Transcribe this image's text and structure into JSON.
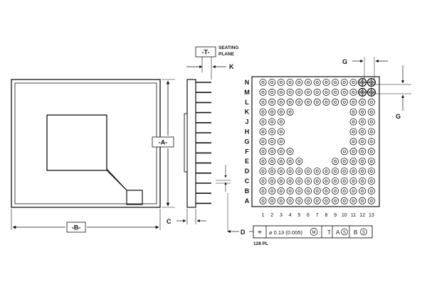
{
  "labels": {
    "seating_plane": [
      "SEATING",
      "PLANE"
    ],
    "datum_t": "-T-",
    "k": "K",
    "datum_a": "-A-",
    "datum_b": "-B-",
    "c": "C",
    "d": "D",
    "g_top": "G",
    "g_right": "G",
    "pin_count": "128 PL"
  },
  "grid": {
    "row_letters": [
      "N",
      "M",
      "L",
      "K",
      "J",
      "H",
      "G",
      "F",
      "E",
      "D",
      "C",
      "B",
      "A"
    ],
    "col_numbers": [
      "1",
      "2",
      "3",
      "4",
      "5",
      "6",
      "7",
      "8",
      "9",
      "10",
      "11",
      "12",
      "13"
    ],
    "present": [
      "1111111111111",
      "1111111111111",
      "1111111111111",
      "1111000000111",
      "1110000000111",
      "1110000000111",
      "1110000000111",
      "1111000001111",
      "1111100011111",
      "1111111111111",
      "1111111111111",
      "1111111111111",
      "1111111111111"
    ],
    "highlight": [
      [
        0,
        11
      ],
      [
        0,
        12
      ],
      [
        1,
        11
      ],
      [
        1,
        12
      ]
    ]
  },
  "tolerance": {
    "symbol": "⌖",
    "value": "⌀ 0.13 (0.005)",
    "modifier": "M",
    "datum_t": "T",
    "datum_a": "A",
    "mod_a": "S",
    "datum_b": "B",
    "mod_b": "S"
  }
}
